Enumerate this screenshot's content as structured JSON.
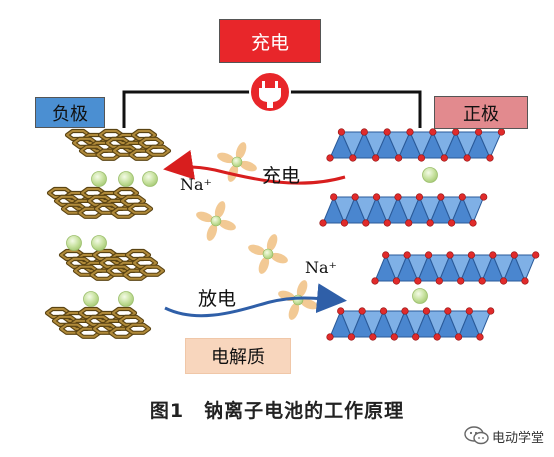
{
  "diagram": {
    "charge_label_box": "充电",
    "anode_label": "负极",
    "cathode_label": "正极",
    "electrolyte_label": "电解质",
    "ion_label_top": "Na⁺",
    "ion_label_bottom": "Na⁺",
    "arrow_charge_label": "充电",
    "arrow_discharge_label": "放电",
    "caption": "图1　钠离子电池的工作原理",
    "watermark_text": "电动学堂",
    "icons": [
      "plug-icon",
      "graphite-layer-icon",
      "sodium-ion-icon",
      "solvent-molecule-icon",
      "layered-oxide-icon",
      "wechat-logo-icon"
    ],
    "colors": {
      "charge_box": "#e8262a",
      "anode_box": "#4b8fd2",
      "cathode_box": "#e28a8e",
      "electrolyte_box": "#f8d6bd",
      "graphite": "#8a6a25",
      "sodium_ion": "#c8e2a0",
      "oxide_triangle": "#4a86cf",
      "oxide_atom": "#e02b2b",
      "charge_arrow": "#d81e1e",
      "discharge_arrow": "#2f5fa8",
      "solvent_petal": "#f2c994"
    }
  }
}
